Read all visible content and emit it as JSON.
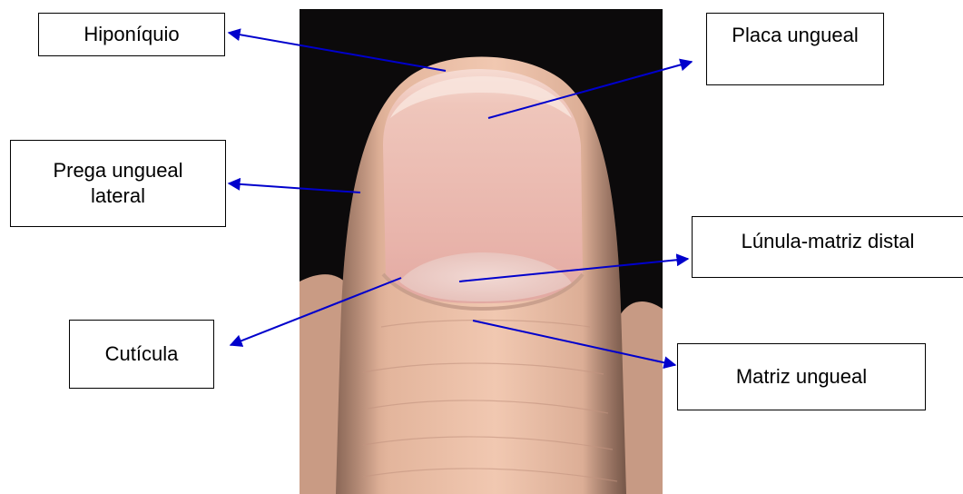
{
  "labels": {
    "hiponiquio": "Hiponíquio",
    "placa_ungueal": "Placa ungueal",
    "prega_lateral_line1": "Prega ungueal",
    "prega_lateral_line2": "lateral",
    "lunula_matriz_distal": "Lúnula-matriz distal",
    "cuticula": "Cutícula",
    "matriz_ungueal": "Matriz ungueal"
  },
  "colors": {
    "arrow": "#0000cc",
    "box_border": "#000000",
    "background_photo": "#0c0a0b",
    "skin": "#e9b9a0",
    "nail": "#eebcb2"
  }
}
